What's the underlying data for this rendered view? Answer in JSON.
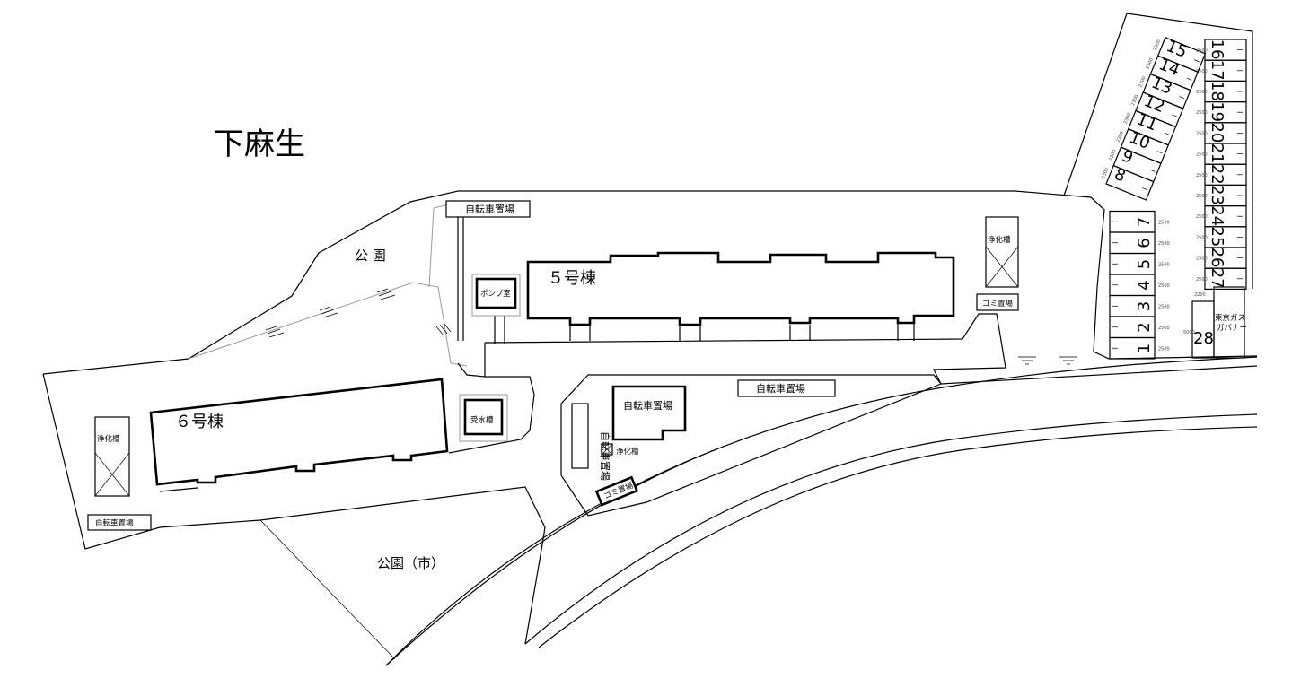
{
  "region_name": "下麻生",
  "labels": {
    "park": "公 園",
    "park_city": "公園（市）",
    "building5": "５号棟",
    "building6": "６号棟",
    "pump_room": "ポンプ室",
    "water_tank": "受水槽",
    "septic_tank": "浄化槽",
    "garbage": "ゴミ置場",
    "bicycle": "自転車置場",
    "tokyo_gas_line1": "東京ガス",
    "tokyo_gas_line2": "ガバナー"
  },
  "parking": {
    "left_row": [
      "1",
      "2",
      "3",
      "4",
      "5",
      "6",
      "7"
    ],
    "slant_row": [
      "8",
      "9",
      "10",
      "11",
      "12",
      "13",
      "14",
      "15"
    ],
    "right_col": [
      "16",
      "17",
      "18",
      "19",
      "20",
      "21",
      "22",
      "23",
      "24",
      "25",
      "26",
      "27"
    ],
    "extra": "28"
  },
  "dimension_marks": {
    "w2500": "2500",
    "w2300": "2300",
    "w2200": "2200",
    "w5000": "5000"
  }
}
